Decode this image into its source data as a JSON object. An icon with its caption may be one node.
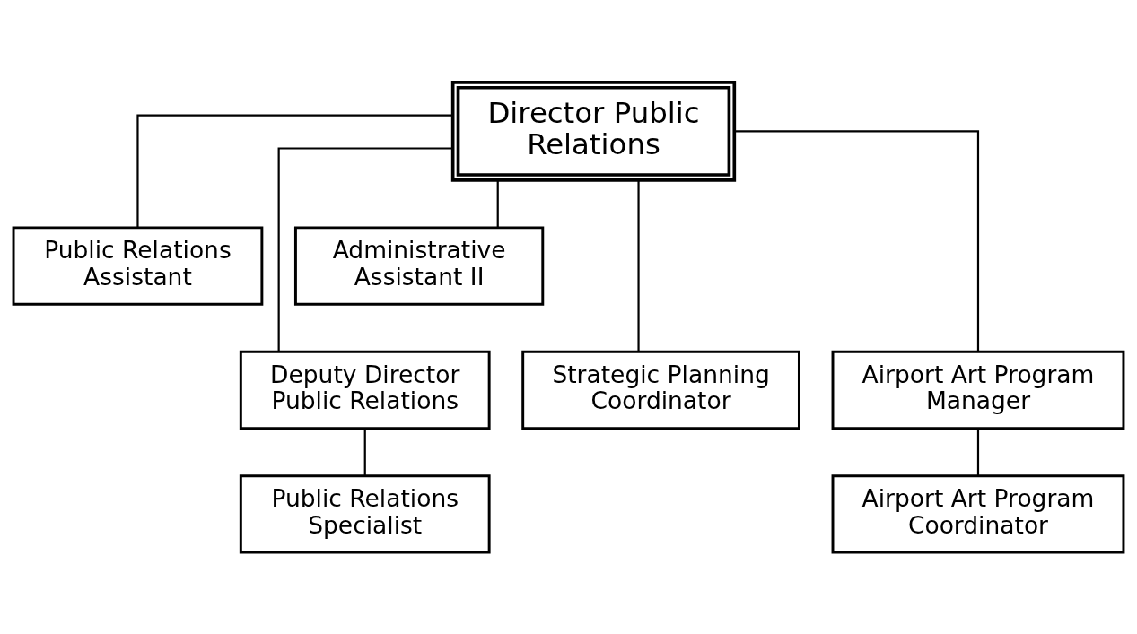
{
  "diagram": {
    "nodes": [
      {
        "text": [
          "Director Public Relations"
        ]
      },
      {
        "text": [
          "Public Relations Assistant"
        ]
      },
      {
        "text": [
          "Administrative Assistant II"
        ]
      },
      {
        "text": [
          "Deputy Director Public Relations"
        ]
      },
      {
        "text": [
          "Strategic Planning Coordinator"
        ]
      },
      {
        "text": [
          "Airport Art Program Manager"
        ]
      },
      {
        "text": [
          "Public Relations Specialist"
        ]
      },
      {
        "text": [
          "Airport Art Program Coordinator"
        ]
      }
    ],
    "edges": [
      {
        "from": 0,
        "to": 1,
        "arrow": "none"
      },
      {
        "from": 0,
        "to": 2,
        "arrow": "none"
      },
      {
        "from": 0,
        "to": 3,
        "arrow": "none"
      },
      {
        "from": 0,
        "to": 4,
        "arrow": "none"
      },
      {
        "from": 0,
        "to": 5,
        "arrow": "none"
      },
      {
        "from": 3,
        "to": 6,
        "arrow": "none"
      },
      {
        "from": 5,
        "to": 7,
        "arrow": "none"
      }
    ]
  }
}
